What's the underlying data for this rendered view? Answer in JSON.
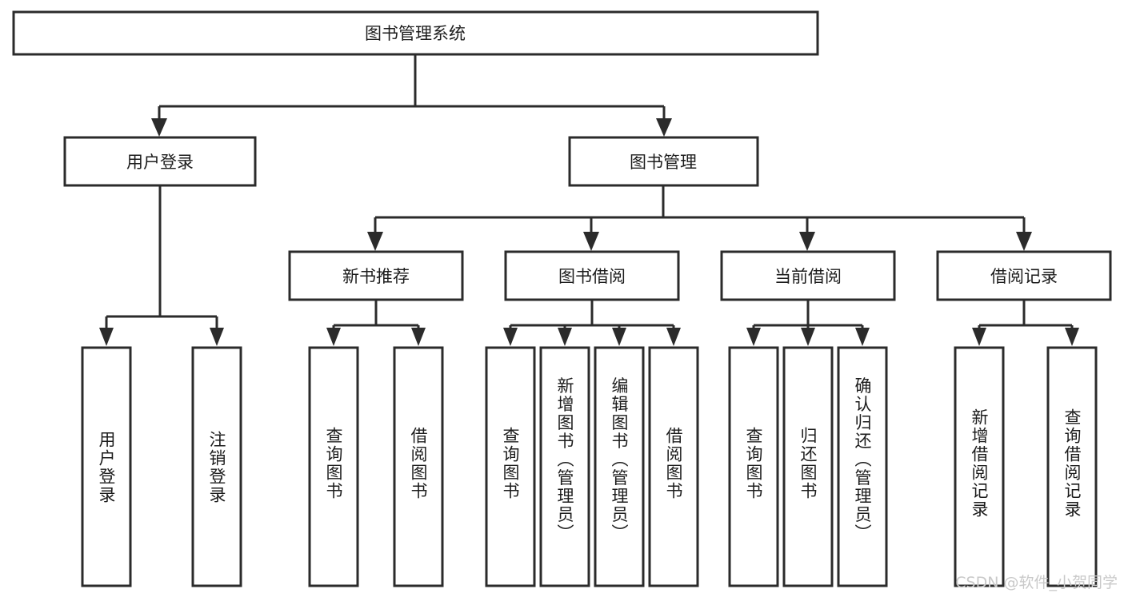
{
  "diagram": {
    "type": "tree",
    "title": "图书管理系统",
    "watermark": "CSDN @软件_小贺同学",
    "colors": {
      "box_stroke": "#2b2b2b",
      "box_fill": "#ffffff",
      "text": "#1c1c1c",
      "watermark": "#c9c9c9",
      "background": "#ffffff"
    },
    "levels": {
      "root": "图书管理系统",
      "level2": [
        "用户登录",
        "图书管理"
      ],
      "level3": [
        "新书推荐",
        "图书借阅",
        "当前借阅",
        "借阅记录"
      ]
    },
    "nodes": {
      "root": {
        "label": "图书管理系统"
      },
      "user_login": {
        "label": "用户登录"
      },
      "book_manage": {
        "label": "图书管理"
      },
      "new_book_rec": {
        "label": "新书推荐"
      },
      "book_borrow": {
        "label": "图书借阅"
      },
      "current_borrow": {
        "label": "当前借阅"
      },
      "borrow_record": {
        "label": "借阅记录"
      }
    },
    "leaves": {
      "user_login": [
        {
          "label": "用户登录"
        },
        {
          "label": "注销登录"
        }
      ],
      "new_book_rec": [
        {
          "label": "查询图书"
        },
        {
          "label": "借阅图书"
        }
      ],
      "book_borrow": [
        {
          "label": "查询图书"
        },
        {
          "label": "新增图书（管理员）"
        },
        {
          "label": "编辑图书（管理员）"
        },
        {
          "label": "借阅图书"
        }
      ],
      "current_borrow": [
        {
          "label": "查询图书"
        },
        {
          "label": "归还图书"
        },
        {
          "label": "确认归还（管理员）"
        }
      ],
      "borrow_record": [
        {
          "label": "新增借阅记录"
        },
        {
          "label": "查询借阅记录"
        }
      ]
    }
  }
}
